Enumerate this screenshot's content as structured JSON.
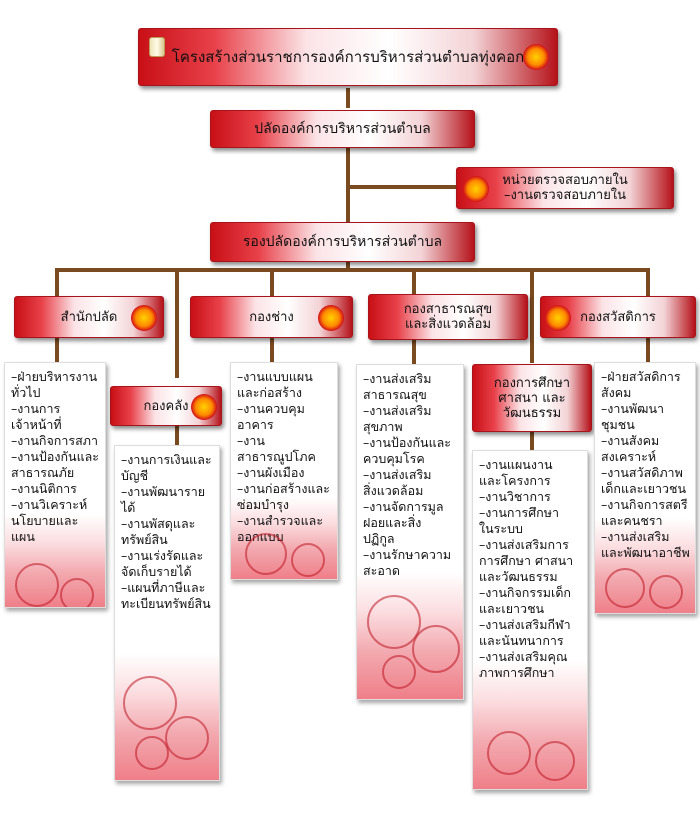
{
  "title": "โครงสร้างส่วนราชการองค์การบริหารส่วนตำบลทุ่งคอก",
  "chief": "ปลัดองค์การบริหารส่วนตำบล",
  "audit": {
    "title": "หน่วยตรวจสอบภายใน",
    "items": [
      "–งานตรวจสอบภายใน"
    ]
  },
  "deputy": "รองปลัดองค์การบริหารส่วนตำบล",
  "colors": {
    "line": "#7a4a20",
    "banner_red": "#c80f16",
    "accent": "#ef7f89"
  },
  "departments": {
    "office": {
      "title": "สำนักปลัด",
      "items": [
        "–ฝ่ายบริหารงาน\n ทั่วไป",
        "–งานการ\n เจ้าหน้าที่",
        "–งานกิจการสภา",
        "–งานป้องกันและ\n สาธารณภัย",
        "–งานนิติการ",
        "–งานวิเคราะห์\nนโยบายและแผน"
      ]
    },
    "finance": {
      "title": "กองคลัง",
      "items": [
        "–งานการเงินและ\n บัญชี",
        "–งานพัฒนารายได้",
        "–งานพัสดุและ\n ทรัพย์สิน",
        "–งานเร่งรัดและ\n จัดเก็บรายได้",
        "–แผนที่ภาษีและ\nทะเบียนทรัพย์สิน"
      ]
    },
    "engineering": {
      "title": "กองช่าง",
      "items": [
        "–งานแบบแผน\n และก่อสร้าง",
        "–งานควบคุม\n อาคาร",
        "–งานสาธารณูปโภค",
        "–งานผังเมือง",
        "–งานก่อสร้างและ\n ซ่อมบำรุง",
        "–งานสำรวจและ\n ออกแบบ"
      ]
    },
    "health": {
      "title": "กองสาธารณสุข\nและสิ่งแวดล้อม",
      "items": [
        "–งานส่งเสริม\n สาธารณสุข",
        "–งานส่งเสริม\n สุขภาพ",
        "–งานป้องกันและ\n ควบคุมโรค",
        "–งานส่งเสริม\n สิ่งแวดล้อม",
        "–งานจัดการมูล\n ฝอยและสิ่ง\n ปฏิกูล",
        "–งานรักษาความ\n สะอาด"
      ]
    },
    "education": {
      "title": "กองการศึกษา\nศาสนา และ\nวัฒนธรรม",
      "items": [
        "–งานแผนงาน\n และโครงการ",
        "–งานวิชาการ",
        "–งานการศึกษา\n ในระบบ",
        "–งานส่งเสริมการ\nการศึกษา ศาสนา\nและวัฒนธรรม",
        "–งานกิจกรรมเด็ก\n และเยาวชน",
        "–งานส่งเสริมกีฬา\nและนันทนาการ",
        "–งานส่งเสริมคุณ\n ภาพการศึกษา"
      ]
    },
    "welfare": {
      "title": "กองสวัสดิการ",
      "items": [
        "–ฝ่ายสวัสดิการ\n สังคม",
        "–งานพัฒนาชุมชน",
        "–งานสังคม\n สงเคราะห์",
        "–งานสวัสดิภาพ\nเด็กและเยาวชน",
        "–งานกิจการสตรี\n และคนชรา",
        "–งานส่งเสริม\nและพัฒนาอาชีพ"
      ]
    }
  }
}
